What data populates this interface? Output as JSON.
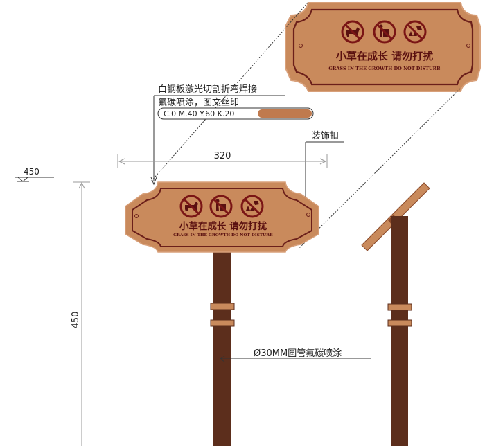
{
  "annotations": {
    "material_line1": "白钢板激光切割折弯焊接",
    "material_line2": "氟碳喷涂，图文丝印",
    "color_code": "C.0 M.40 Y.60 K.20",
    "decoration": "装饰扣",
    "width_dim": "320",
    "height_dim": "450",
    "level_mark": "450",
    "pipe_note": "Ø30MM圆管氟碳喷涂"
  },
  "sign": {
    "title_cn": "小草在成长  请勿打扰",
    "title_en": "GRASS IN THE GROWTH DO NOT DISTURB"
  },
  "icons": [
    "no-dog-icon",
    "no-litter-icon",
    "no-trample-icon"
  ],
  "colors": {
    "panel": "#c98a5c",
    "panel_light": "#d8a07a",
    "border": "#6b1f1a",
    "post": "#5c2e1c",
    "swatch": "#c07a4e",
    "ring": "#c98a5c",
    "prohibit": "#7a1515"
  }
}
